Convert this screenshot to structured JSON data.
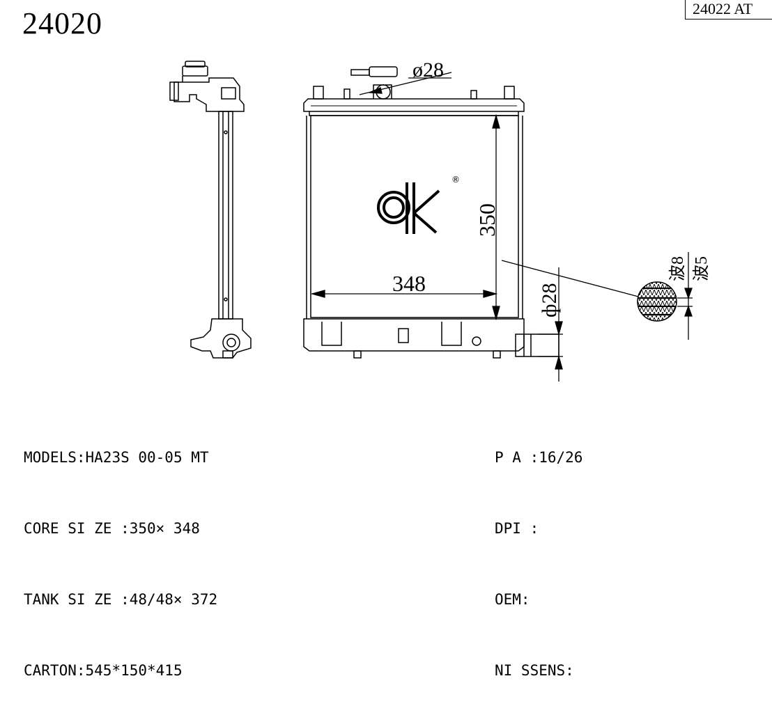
{
  "header": {
    "part_number": "24020",
    "alt_part_number": "24022 AT"
  },
  "dimensions": {
    "inlet_dia": "ø28",
    "height": "350",
    "width": "348",
    "outlet_dia": "ф28",
    "fin_wave_8": "波8",
    "fin_wave_5": "波5"
  },
  "logo": {
    "registered": "®"
  },
  "specs_left": [
    {
      "label": "MODELS:",
      "value": "HA23S 00-05 MT"
    },
    {
      "label": "CORE SI ZE :",
      "value": "350× 348"
    },
    {
      "label": "TANK SI ZE :",
      "value": "48/48× 372"
    },
    {
      "label": "CARTON:",
      "value": "545*150*415"
    }
  ],
  "specs_right": [
    {
      "label": "P A :",
      "value": "16/26"
    },
    {
      "label": "DPI :",
      "value": ""
    },
    {
      "label": "OEM:",
      "value": ""
    },
    {
      "label": "NI SSENS:",
      "value": ""
    }
  ]
}
